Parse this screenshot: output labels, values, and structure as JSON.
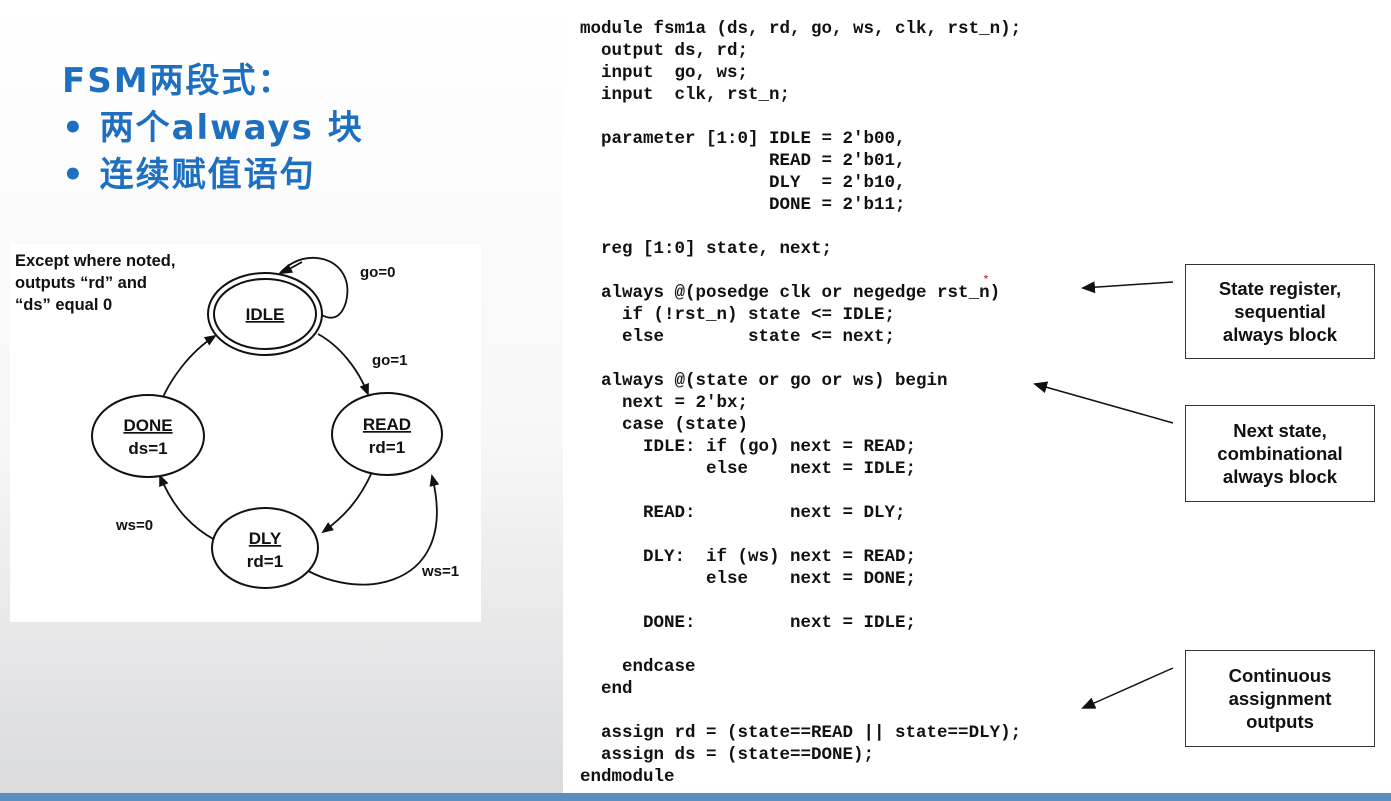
{
  "title": {
    "heading": "FSM两段式：",
    "bullet1": "• 两个always 块",
    "bullet2": "• 连续赋值语句"
  },
  "diagram": {
    "note_line1": "Except where noted,",
    "note_line2": "outputs “rd” and",
    "note_line3": "“ds” equal 0",
    "states": {
      "idle": {
        "name": "IDLE"
      },
      "read": {
        "name": "READ",
        "output": "rd=1"
      },
      "dly": {
        "name": "DLY",
        "output": "rd=1"
      },
      "done": {
        "name": "DONE",
        "output": "ds=1"
      }
    },
    "transitions": {
      "idle_self": "go=0",
      "idle_read": "go=1",
      "dly_done": "ws=0",
      "dly_read": "ws=1"
    }
  },
  "code": {
    "lines": [
      "module fsm1a (ds, rd, go, ws, clk, rst_n);",
      "  output ds, rd;",
      "  input  go, ws;",
      "  input  clk, rst_n;",
      "",
      "  parameter [1:0] IDLE = 2'b00,",
      "                  READ = 2'b01,",
      "                  DLY  = 2'b10,",
      "                  DONE = 2'b11;",
      "",
      "  reg [1:0] state, next;",
      "",
      "  always @(posedge clk or negedge rst_n)",
      "    if (!rst_n) state <= IDLE;",
      "    else        state <= next;",
      "",
      "  always @(state or go or ws) begin",
      "    next = 2'bx;",
      "    case (state)",
      "      IDLE: if (go) next = READ;",
      "            else    next = IDLE;",
      "",
      "      READ:         next = DLY;",
      "",
      "      DLY:  if (ws) next = READ;",
      "            else    next = DONE;",
      "",
      "      DONE:         next = IDLE;",
      "",
      "    endcase",
      "  end",
      "",
      "  assign rd = (state==READ || state==DLY);",
      "  assign ds = (state==DONE);",
      "endmodule"
    ]
  },
  "callouts": {
    "state_register": "State register,\nsequential\nalways block",
    "next_state": "Next state,\ncombinational\nalways block",
    "continuous": "Continuous\nassignment\noutputs"
  }
}
